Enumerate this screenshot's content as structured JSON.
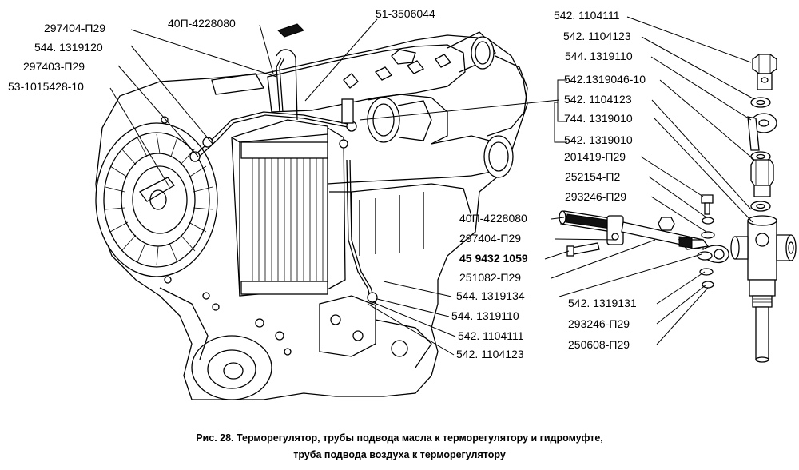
{
  "labels_left": [
    "297404-П29",
    "544. 1319120",
    "297403-П29",
    "53-1015428-10"
  ],
  "labels_top": [
    "40П-4228080",
    "51-3506044"
  ],
  "labels_right_column": [
    "542. 1104111",
    "542. 1104123",
    "544. 1319110",
    "542.1319046-10",
    "542. 1104123",
    "744. 1319010",
    "542. 1319010",
    "201419-П29",
    "252154-П2",
    "293246-П29",
    "542. 1319131",
    "293246-П29",
    "250608-П29"
  ],
  "labels_center": [
    "40П-4228080",
    "297404-П29",
    "45 9432 1059",
    "251082-П29",
    "544. 1319134",
    "544. 1319110",
    "542. 1104111",
    "542. 1104123"
  ],
  "caption": {
    "line1": "Рис. 28. Терморегулятор, трубы подвода масла к терморегулятору и гидромуфте,",
    "line2": "труба подвода воздуха к терморегулятору"
  }
}
